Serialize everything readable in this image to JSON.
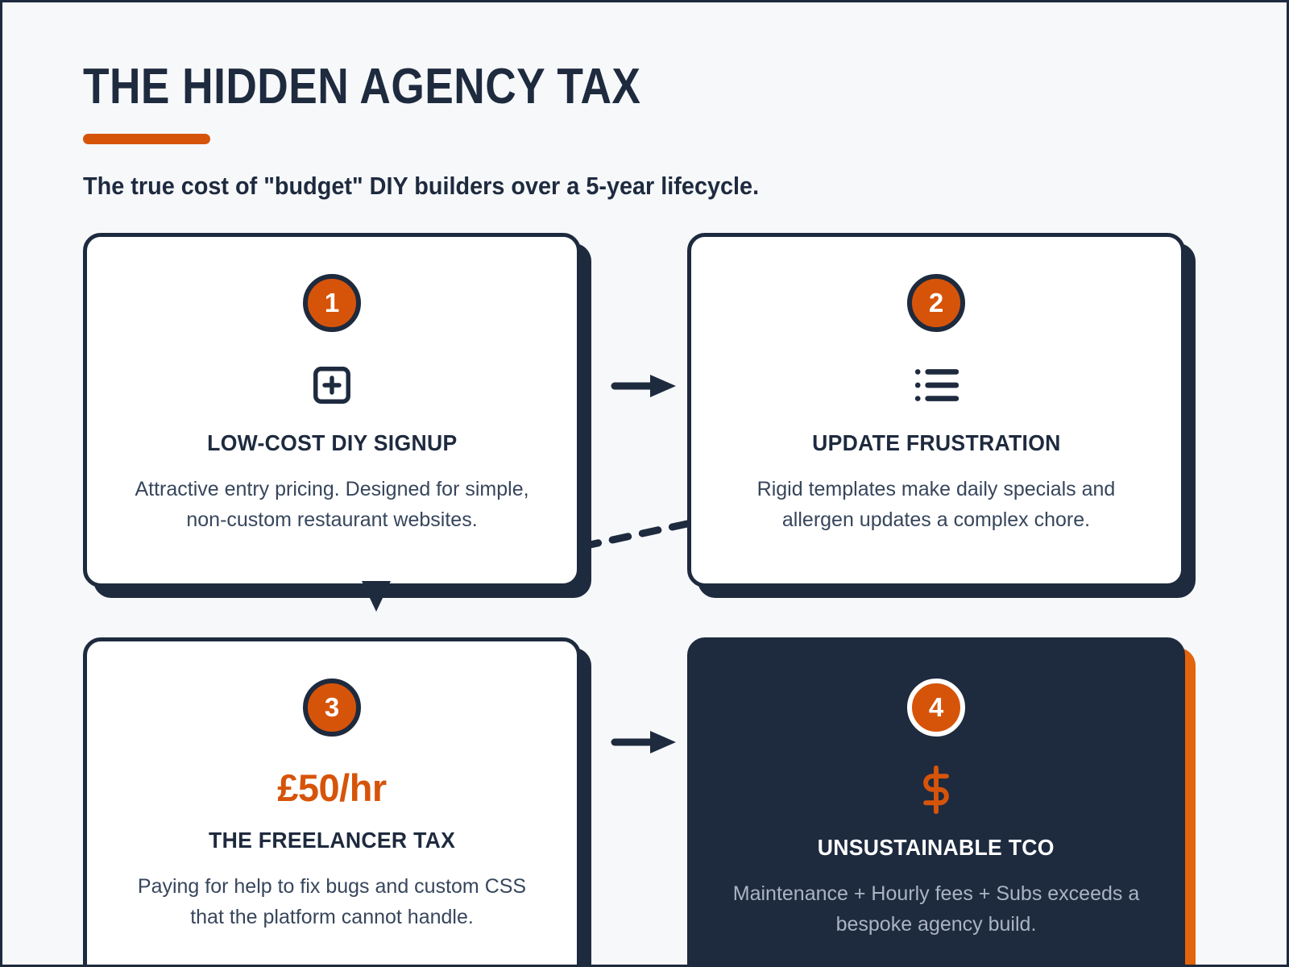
{
  "theme": {
    "background": "#f6f8fa",
    "navy": "#1e2a3e",
    "orange": "#d6540a",
    "shadow_orange": "#e2640c",
    "card_background": "#ffffff",
    "body_text": "#37465c",
    "dark_body_text": "#aab4c4"
  },
  "header": {
    "title": "THE HIDDEN AGENCY TAX",
    "subtitle": "The true cost of \"budget\" DIY builders over a 5-year lifecycle."
  },
  "cards": [
    {
      "number": "1",
      "icon": "plus-square-icon",
      "stat": "",
      "title": "LOW-COST DIY SIGNUP",
      "body": "Attractive entry pricing. Designed for simple, non-custom restaurant websites.",
      "variant": "light"
    },
    {
      "number": "2",
      "icon": "bulleted-list-icon",
      "stat": "",
      "title": "UPDATE FRUSTRATION",
      "body": "Rigid templates make daily specials and allergen updates a complex chore.",
      "variant": "light"
    },
    {
      "number": "3",
      "icon": "",
      "stat": "£50/hr",
      "title": "THE FREELANCER TAX",
      "body": "Paying for help to fix bugs and custom CSS that the platform cannot handle.",
      "variant": "light"
    },
    {
      "number": "4",
      "icon": "dollar-sign-icon",
      "stat": "",
      "title": "UNSUSTAINABLE TCO",
      "body": "Maintenance + Hourly fees + Subs exceeds a bespoke agency build.",
      "variant": "dark"
    }
  ],
  "connectors": [
    {
      "name": "arrow-card1-to-card2",
      "style": "solid",
      "direction": "right"
    },
    {
      "name": "arrow-card1-to-card3",
      "style": "solid",
      "direction": "down"
    },
    {
      "name": "dashed-card1-to-card2",
      "style": "dashed",
      "direction": "right"
    },
    {
      "name": "arrow-card3-to-card4",
      "style": "solid",
      "direction": "right"
    }
  ]
}
